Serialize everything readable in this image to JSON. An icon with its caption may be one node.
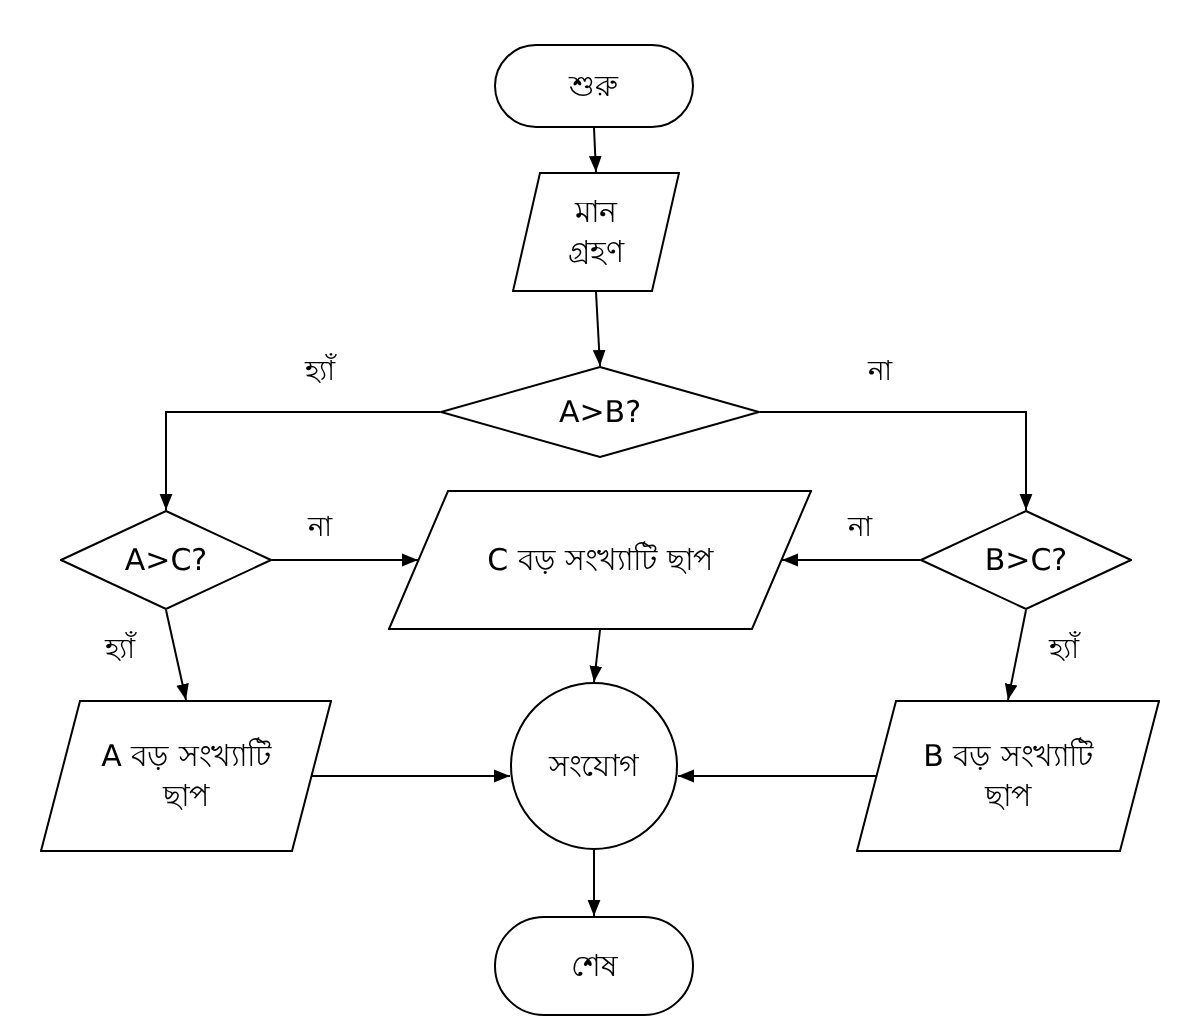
{
  "diagram": {
    "nodes": [
      {
        "text": [
          "শুরু"
        ]
      },
      {
        "text": [
          "মান গ্রহণ"
        ]
      },
      {
        "text": [
          "A>B?"
        ]
      },
      {
        "text": [
          "A>C?"
        ]
      },
      {
        "text": [
          "C বড় সংখ্যাটি ছাপ"
        ]
      },
      {
        "text": [
          "B>C?"
        ]
      },
      {
        "text": [
          "A বড় সংখ্যাটি ছাপ"
        ]
      },
      {
        "text": [
          "সংযোগ"
        ]
      },
      {
        "text": [
          "B বড় সংখ্যাটি ছাপ"
        ]
      },
      {
        "text": [
          "শেষ"
        ]
      }
    ],
    "edges": [
      {
        "from": 0,
        "to": 1,
        "arrow": "to"
      },
      {
        "from": 1,
        "to": 2,
        "arrow": "to"
      },
      {
        "from": 2,
        "to": 3,
        "arrow": "to",
        "label": "হ্যাঁ"
      },
      {
        "from": 2,
        "to": 5,
        "arrow": "to",
        "label": "না"
      },
      {
        "from": 3,
        "to": 4,
        "arrow": "to",
        "label": "না"
      },
      {
        "from": 5,
        "to": 4,
        "arrow": "to",
        "label": "না"
      },
      {
        "from": 3,
        "to": 6,
        "arrow": "to",
        "label": "হ্যাঁ"
      },
      {
        "from": 5,
        "to": 8,
        "arrow": "to",
        "label": "হ্যাঁ"
      },
      {
        "from": 4,
        "to": 7,
        "arrow": "to"
      },
      {
        "from": 6,
        "to": 7,
        "arrow": "to"
      },
      {
        "from": 8,
        "to": 7,
        "arrow": "to"
      },
      {
        "from": 7,
        "to": 9,
        "arrow": "to"
      }
    ]
  }
}
